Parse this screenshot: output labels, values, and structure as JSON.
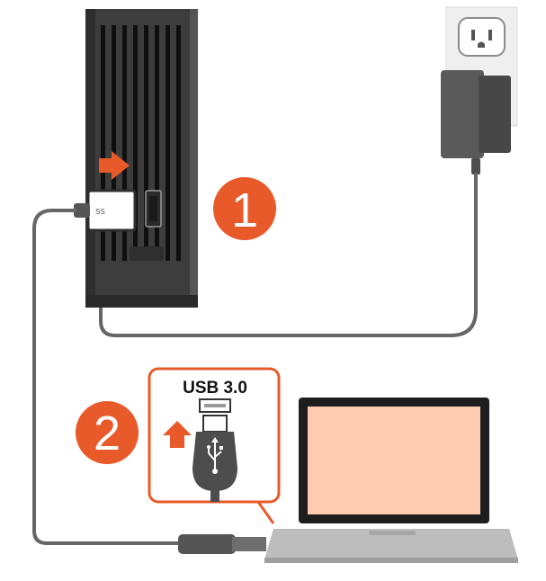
{
  "steps": {
    "step1": "1",
    "step2": "2"
  },
  "callout": {
    "port_label": "USB 3.0"
  },
  "colors": {
    "accent_orange": "#E85A2A",
    "drive_dark": "#4A4A4A",
    "cable_gray": "#666666",
    "wall_plate": "#EFEFEF",
    "screen": "#FFCBB0",
    "laptop_base": "#BDBDBD"
  },
  "icons": {
    "usb_symbol": "usb-icon",
    "up_arrow": "up-arrow-icon",
    "right_arrow": "right-arrow-icon"
  }
}
